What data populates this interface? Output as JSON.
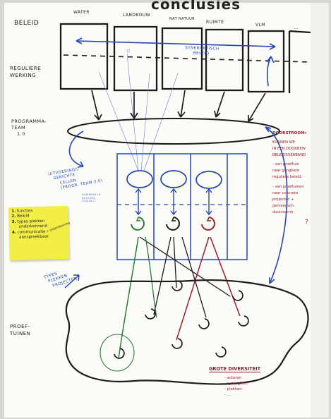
{
  "banner_text": "conclusies",
  "left_labels": {
    "beleid": "BELEID",
    "reguliere_werking": [
      "REGULIERE",
      "WERKING"
    ],
    "programmateam": [
      "PROGRAMMA-",
      "TEAM",
      "1.0"
    ],
    "proeftuinen": [
      "PROEF-",
      "TUINEN"
    ]
  },
  "column_headers": [
    "WATER",
    "LANDBOUW",
    "NAT NATUUR",
    "RUIMTE",
    "VLM",
    "..."
  ],
  "synergy_label": [
    "SYNERGETISCH",
    "BELEID"
  ],
  "uitvoering_label": [
    "UITVOERINGS-",
    "GERICHTE",
    "CELLEN",
    "(PROGR. TEAM 2.0)"
  ],
  "uitvoering_note": [
    "GEMEENSCH.",
    "BELEIDS-",
    "CONTACT"
  ],
  "typeplekken_label": [
    "TYPES",
    "PLEKKEN",
    "PROJECTEN"
  ],
  "sticky_note": {
    "items": [
      {
        "num": "1.",
        "text": "functies"
      },
      {
        "num": "2.",
        "text": "Beleid"
      },
      {
        "num": "3.",
        "text": "types plekken"
      },
      {
        "num": "",
        "text": "onderkennend"
      },
      {
        "num": "4.",
        "text": "communicatie"
      },
      {
        "num": "",
        "text": "aanspreekbaar"
      }
    ],
    "side_note": "+ ondersteuning"
  },
  "doorstroom_note": {
    "title": "DOORSTROOM:",
    "lines": [
      "KUNNEN WE",
      "IN EEN DOORBEW.",
      "BELEIDSVERBAND",
      "- van proeftuin",
      "  naar gangbare",
      "  reguliere beleid",
      "- van proeftuinen",
      "  naar concrete",
      "  projecten +",
      "  gemeensch.",
      "  duurzaamh.",
      "?"
    ]
  },
  "diversity_note": {
    "title": "GROTE DIVERSITEIT",
    "items": [
      "- actoren",
      "- synergieën",
      "- plekken",
      "- ..."
    ]
  },
  "colors": {
    "paper": "#fbfbf8",
    "ink": "#1b1b1b",
    "blue_ink": "#2346b5",
    "red_ink": "#9a1f2a",
    "green_ink": "#2c7a3a",
    "sticky": "#f2ee46"
  }
}
